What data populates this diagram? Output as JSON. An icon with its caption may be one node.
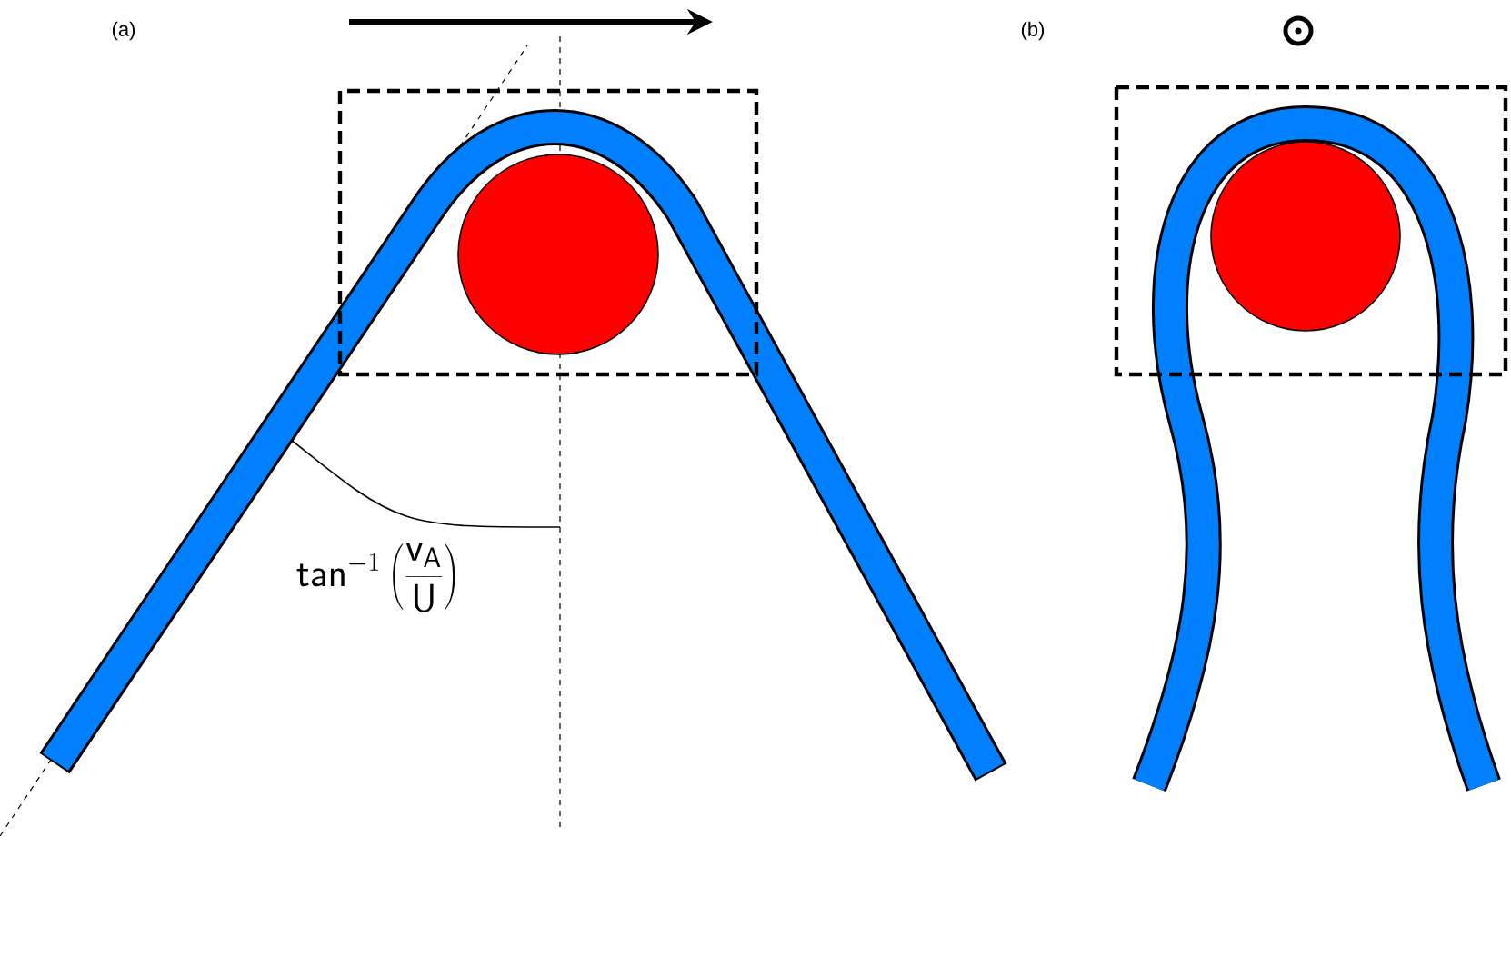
{
  "diagram": {
    "labels": [
      "(a)",
      "(b)",
      "\\mathsf{tan}^{-1}\\left(\\frac{\\mathsf{v}_{\\mathsf{A}}}{\\mathsf{U}}\\right)"
    ]
  }
}
